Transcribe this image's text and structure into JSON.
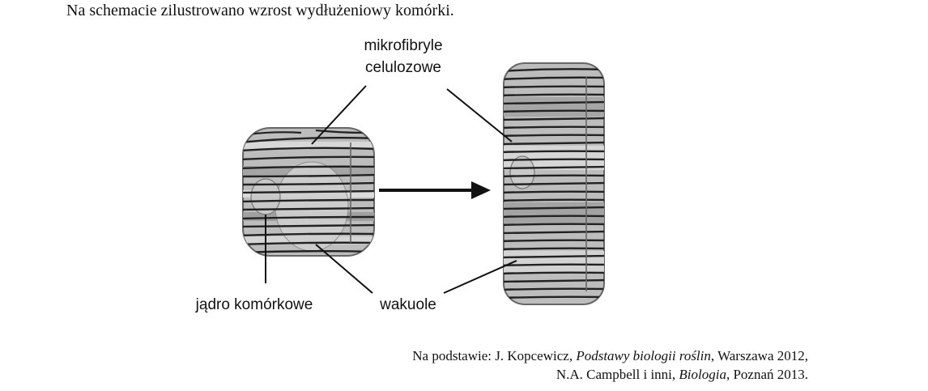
{
  "intro_text": "Na schemacie zilustrowano wzrost wydłużeniowy komórki.",
  "labels": {
    "microfibrils_line1": "mikrofibryle",
    "microfibrils_line2": "celulozowe",
    "nucleus": "jądro komórkowe",
    "vacuoles": "wakuole"
  },
  "source": {
    "line1_prefix": "Na podstawie: J. Kopcewicz, ",
    "line1_title": "Podstawy biologii roślin",
    "line1_suffix": ", Warszawa 2012,",
    "line2_prefix": "N.A. Campbell i inni, ",
    "line2_title": "Biologia",
    "line2_suffix": ", Poznań 2013."
  },
  "colors": {
    "cell_fill": "#bdbdbd",
    "cell_shade": "#9a9a9a",
    "fiber": "#222222",
    "outline": "#555555"
  }
}
